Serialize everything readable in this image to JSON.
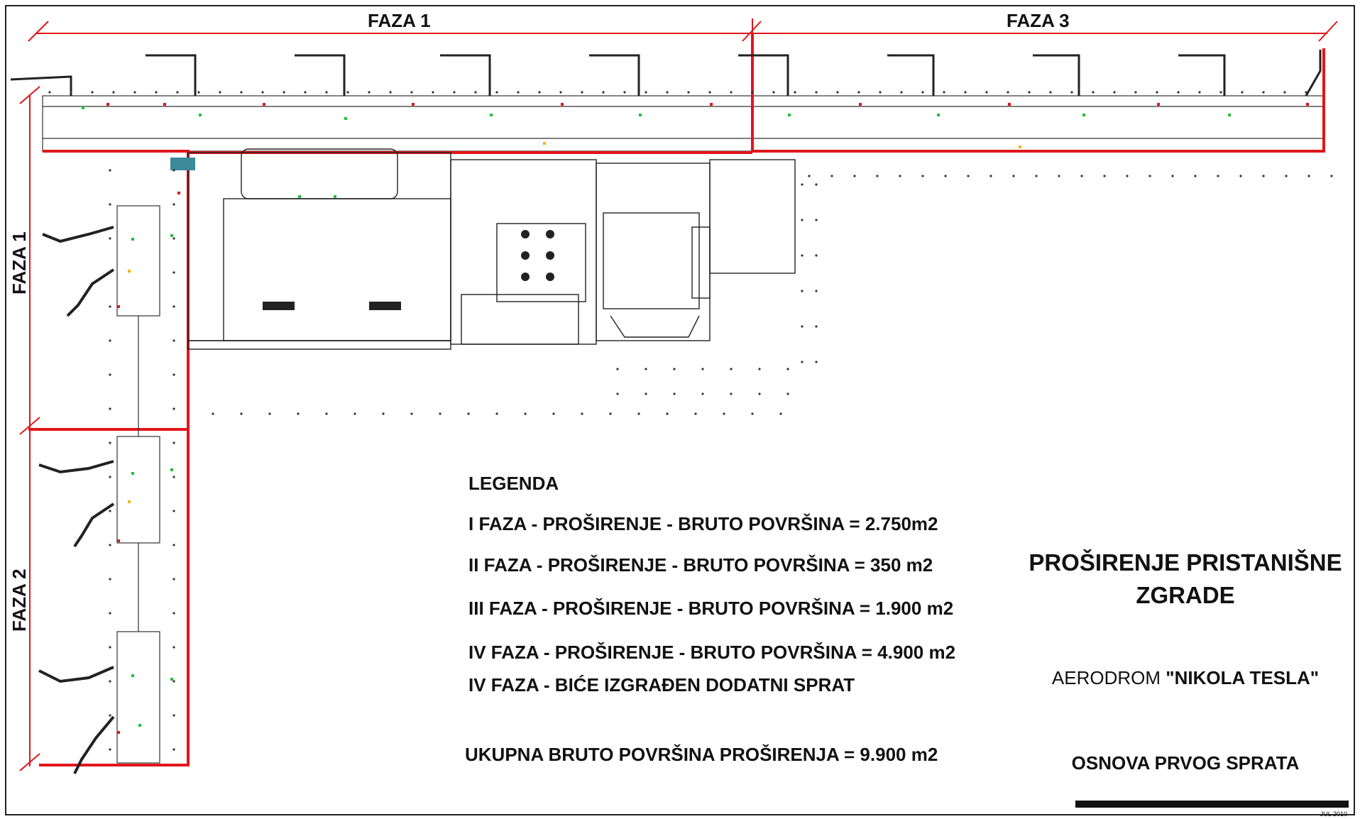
{
  "phase_labels": {
    "top_left": "FAZA 1",
    "top_right": "FAZA 3",
    "side_upper": "FAZA 1",
    "side_lower": "FAZA 2"
  },
  "legend": {
    "heading": "LEGENDA",
    "items": [
      "I FAZA - PROŠIRENJE - BRUTO POVRŠINA = 2.750m2",
      "II FAZA - PROŠIRENJE - BRUTO POVRŠINA = 350 m2",
      "III FAZA - PROŠIRENJE - BRUTO POVRŠINA = 1.900 m2",
      "IV FAZA - PROŠIRENJE - BRUTO POVRŠINA = 4.900 m2",
      "IV FAZA - BIĆE IZGRAĐEN DODATNI SPRAT"
    ],
    "total": "UKUPNA BRUTO POVRŠINA PROŠIRENJA = 9.900 m2"
  },
  "title_block": {
    "title_line1": "PROŠIRENJE PRISTANIŠNE",
    "title_line2": "ZGRADE",
    "airport_prefix": "AERODROM ",
    "airport_name": "\"NIKOLA TESLA\"",
    "sheet": "OSNOVA PRVOG SPRATA",
    "date": "JUL 2010"
  },
  "colors": {
    "phase_outline": "#e0161b",
    "drawing_lines": "#222222",
    "marker_green": "#22c03a",
    "marker_red": "#e0161b",
    "marker_yellow": "#f2b400"
  }
}
